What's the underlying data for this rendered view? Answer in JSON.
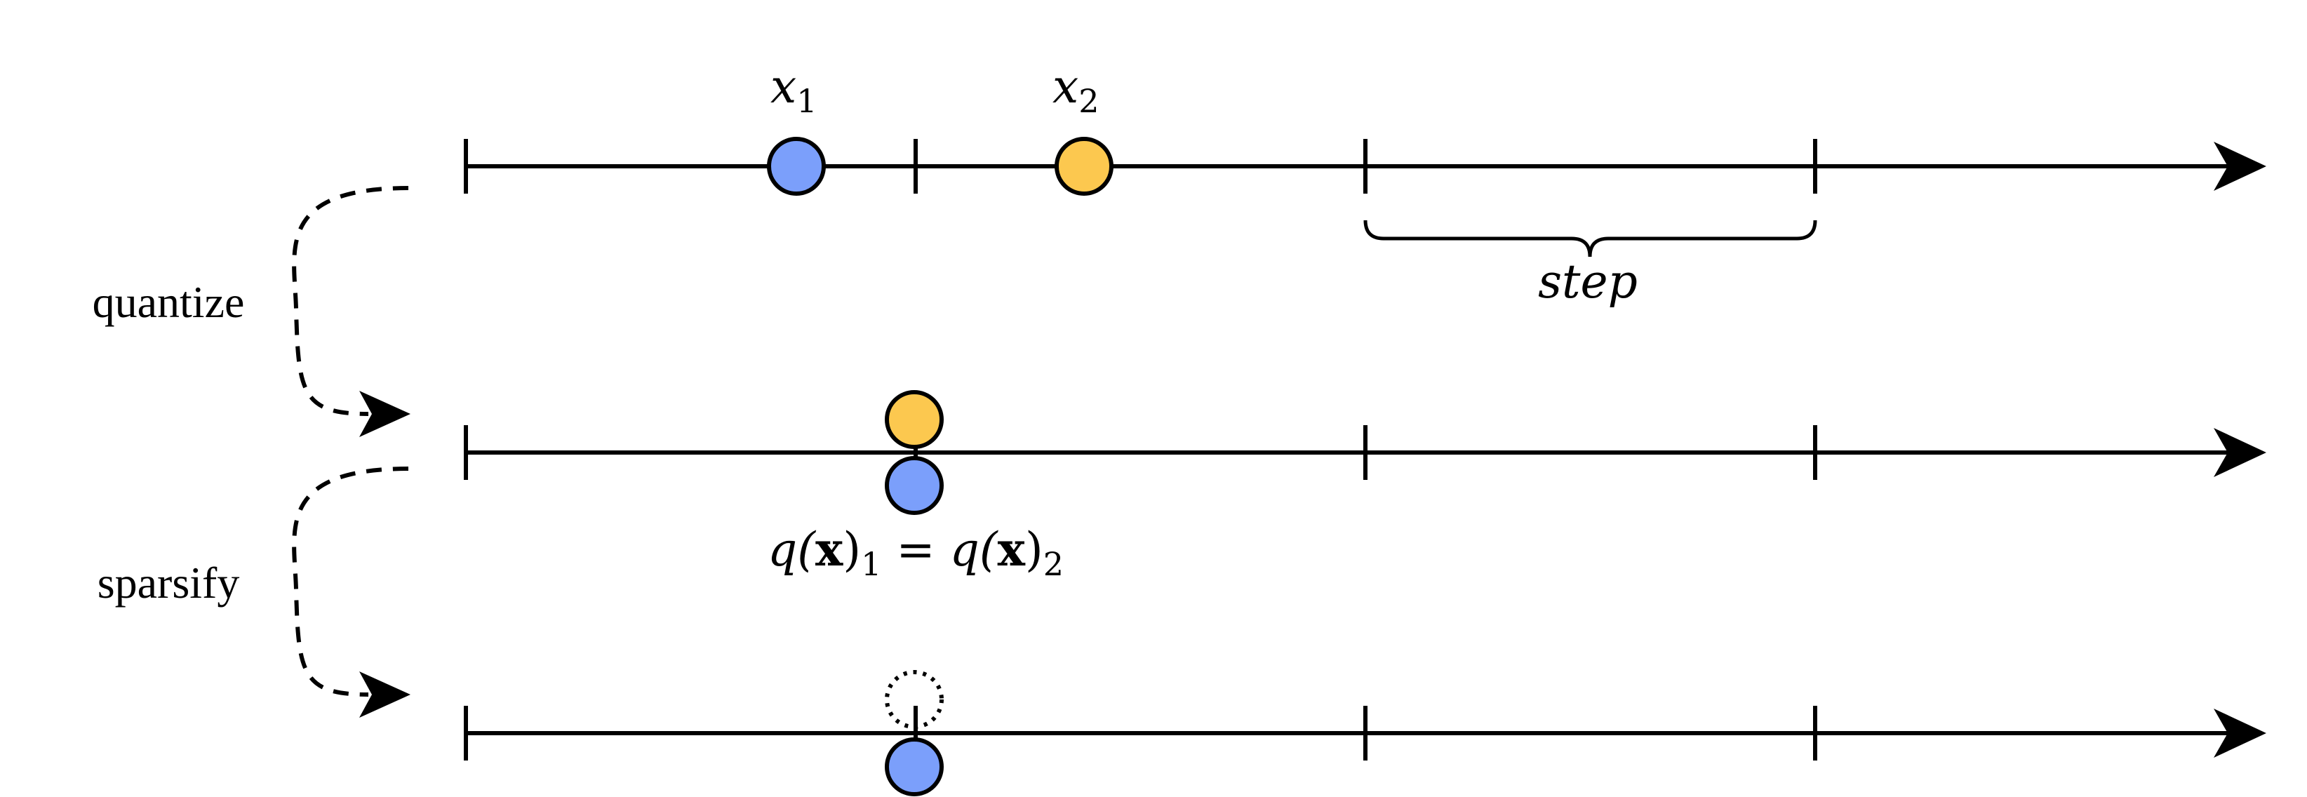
{
  "labels": {
    "x1": "x",
    "x1_sub": "1",
    "x2": "x",
    "x2_sub": "2",
    "step": "step",
    "quantize": "quantize",
    "sparsify": "sparsify",
    "equality": {
      "q1": "q(",
      "x1": "x",
      "close1": ")",
      "sub1": "1",
      "eq": " = q(",
      "x2": "x",
      "close2": ")",
      "sub2": "2"
    }
  },
  "colors": {
    "x1_point": "#7b9ffb",
    "x2_point": "#fcc84f",
    "line": "#000000"
  }
}
